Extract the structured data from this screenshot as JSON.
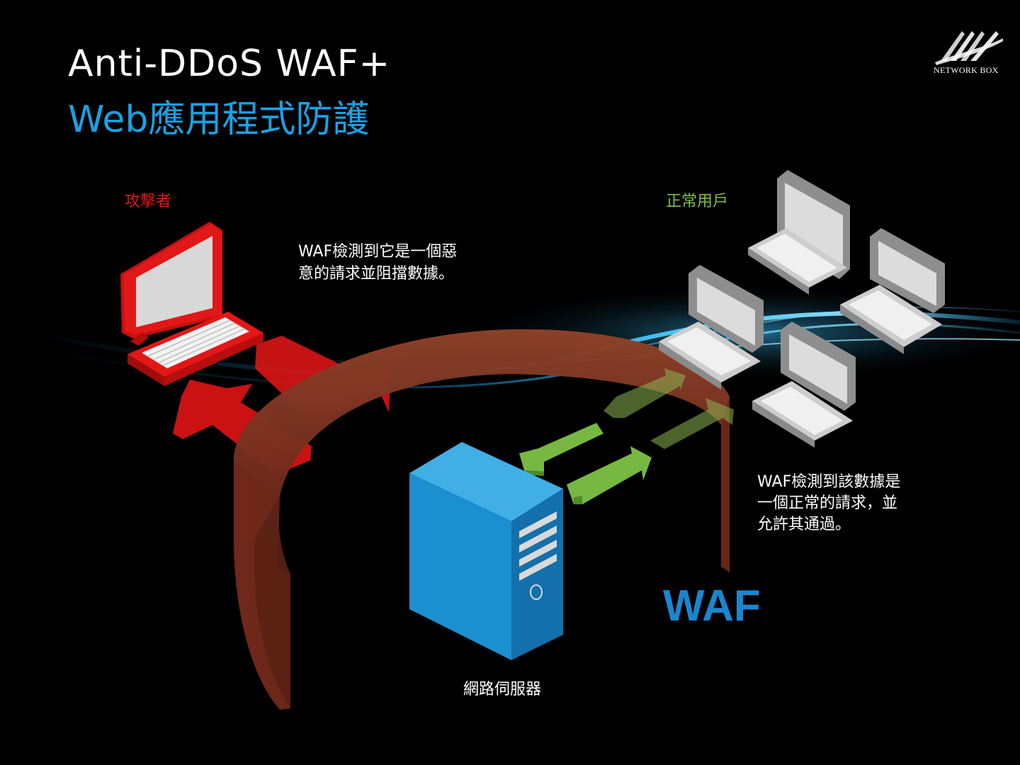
{
  "title": {
    "line1": "Anti-DDoS WAF+",
    "line2": "Web應用程式防護"
  },
  "logo": {
    "text": "NETWORK BOX"
  },
  "labels": {
    "attacker": "攻擊者",
    "normal_users": "正常用戶",
    "server": "網路伺服器",
    "waf": "WAF"
  },
  "notes": {
    "blocked": "WAF檢測到它是一個惡\n意的請求並阻擋數據。",
    "allowed": "WAF檢測到該數據是\n一個正常的請求，並\n允許其通過。"
  },
  "colors": {
    "background": "#000000",
    "title_accent": "#1ba1e2",
    "attacker": "#e01515",
    "normal": "#7cc242",
    "server": "#1b8fd0",
    "waf_ring": "#6e2a1a",
    "waf_label": "#1a86cf",
    "light_streak": "#2fb4f0"
  },
  "icons": {
    "attacker_computer": "laptop-icon",
    "user_computer": "desktop-computer-icon",
    "server": "server-tower-icon",
    "logo": "network-box-logo"
  }
}
